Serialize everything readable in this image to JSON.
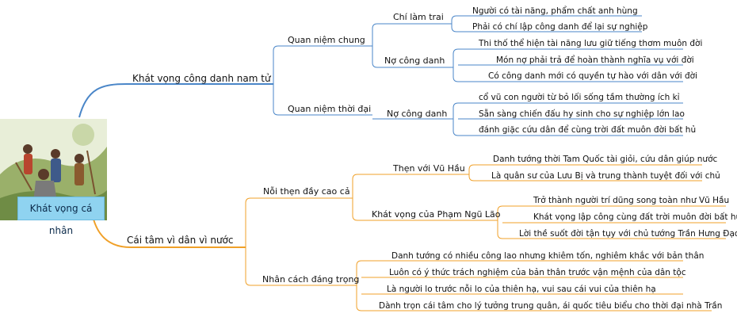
{
  "central": {
    "title": "Khát vọng cá nhân",
    "image": "warrior-scene-illustration"
  },
  "colors": {
    "top": "#4a86c8",
    "bottom": "#f0a028"
  },
  "branches": [
    {
      "label": "Khát vọng công danh nam tử",
      "children": [
        {
          "label": "Quan niệm chung",
          "children": [
            {
              "label": "Chí làm trai",
              "leaves": [
                "Người có tài năng, phẩm chất anh hùng",
                "Phải có chí lập công danh để lại sự nghiệp"
              ]
            },
            {
              "label": "Nợ công danh",
              "leaves": [
                "Thi thố thể hiện tài năng lưu giữ tiếng thơm muôn đời",
                "Món nợ phải trả để hoàn thành nghĩa vụ với đời",
                "Có công danh mới có quyền tự hào với dân với đời"
              ]
            }
          ]
        },
        {
          "label": "Quan niệm thời đại",
          "children": [
            {
              "label": "Nợ công danh",
              "leaves": [
                "cổ vũ con người từ bỏ lối sống tầm thường ích kỉ",
                "Sẵn sàng chiến đấu hy sinh cho sự nghiệp lớn lao",
                "đánh giặc cứu dân để cùng trời đất muôn đời bất hủ"
              ]
            }
          ]
        }
      ]
    },
    {
      "label": "Cái tâm vì dân vì nước",
      "children": [
        {
          "label": "Nỗi thẹn đầy cao cả",
          "children": [
            {
              "label": "Thẹn với Vũ Hầu",
              "leaves": [
                "Danh tướng thời Tam Quốc tài giỏi, cứu dân giúp nước",
                "Là quân sư của Lưu Bị và trung thành tuyệt đối với chủ"
              ]
            },
            {
              "label": "Khát vọng của Phạm Ngũ Lão",
              "leaves": [
                "Trở thành người trí dũng song toàn như Vũ Hầu",
                "Khát vọng lập công cùng đất trời muôn đời bất hủ",
                "Lời thề suốt đời tận tụy với chủ tướng Trần Hưng Đạo"
              ]
            }
          ]
        },
        {
          "label": "Nhân cách đáng trọng",
          "leaves": [
            "Danh tướng có nhiều công lao nhưng khiêm tốn, nghiêm khắc với bản thân",
            "Luôn có ý thức trách nghiệm của bản thân trước vận mệnh của dân tộc",
            "Là người lo trước nỗi lo của thiên hạ, vui sau cái vui của thiên hạ",
            "Dành trọn cái tâm cho lý tưởng trung quân, ái quốc tiêu biểu cho thời đại nhà Trần"
          ]
        }
      ]
    }
  ]
}
